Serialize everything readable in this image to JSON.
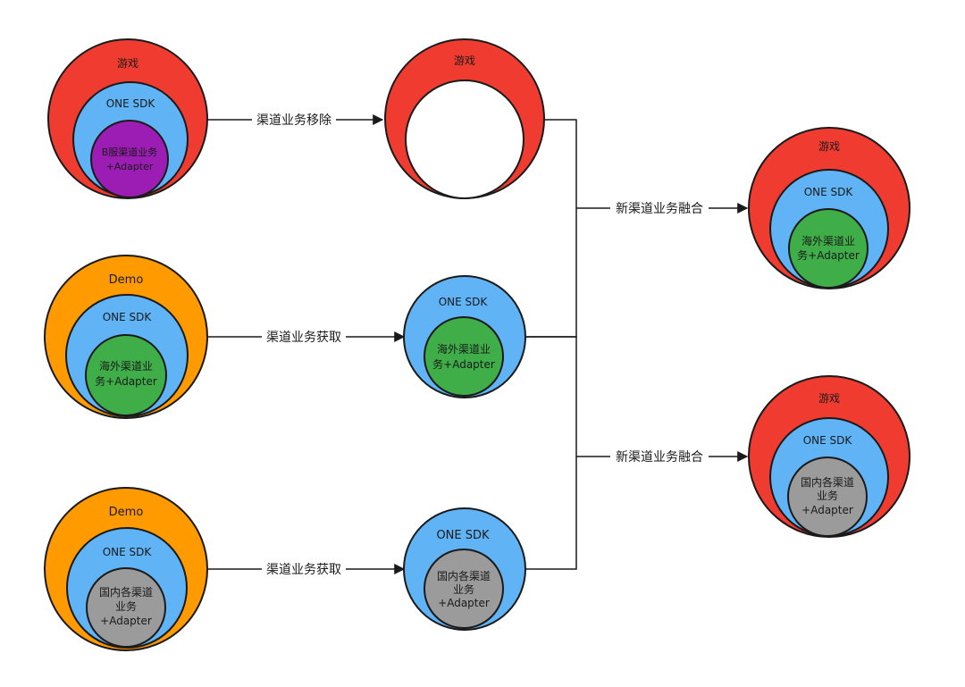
{
  "colors": {
    "game": "#F03C30",
    "demo": "#FF9A00",
    "sdk": "#60B3F5",
    "b_channel": "#9C1DB3",
    "overseas": "#3FAE49",
    "domestic": "#9B9B9B",
    "hollow": "#FFFFFF"
  },
  "nodes": {
    "n1": {
      "outer": "游戏",
      "middle": "ONE SDK",
      "inner_lines": [
        "B服渠道业务",
        "+Adapter"
      ]
    },
    "n2": {
      "outer": "游戏"
    },
    "n3": {
      "outer": "Demo",
      "middle": "ONE SDK",
      "inner_lines": [
        "海外渠道业",
        "务+Adapter"
      ]
    },
    "n4": {
      "middle": "ONE SDK",
      "inner_lines": [
        "海外渠道业",
        "务+Adapter"
      ]
    },
    "n5": {
      "outer": "Demo",
      "middle": "ONE SDK",
      "inner_lines": [
        "国内各渠道",
        "业务",
        "+Adapter"
      ]
    },
    "n6": {
      "middle": "ONE SDK",
      "inner_lines": [
        "国内各渠道",
        "业务",
        "+Adapter"
      ]
    },
    "n7": {
      "outer": "游戏",
      "middle": "ONE SDK",
      "inner_lines": [
        "海外渠道业",
        "务+Adapter"
      ]
    },
    "n8": {
      "outer": "游戏",
      "middle": "ONE SDK",
      "inner_lines": [
        "国内各渠道",
        "业务",
        "+Adapter"
      ]
    }
  },
  "edges": {
    "e1": "渠道业务移除",
    "e2": "渠道业务获取",
    "e3": "渠道业务获取",
    "e4": "新渠道业务融合",
    "e5": "新渠道业务融合"
  }
}
